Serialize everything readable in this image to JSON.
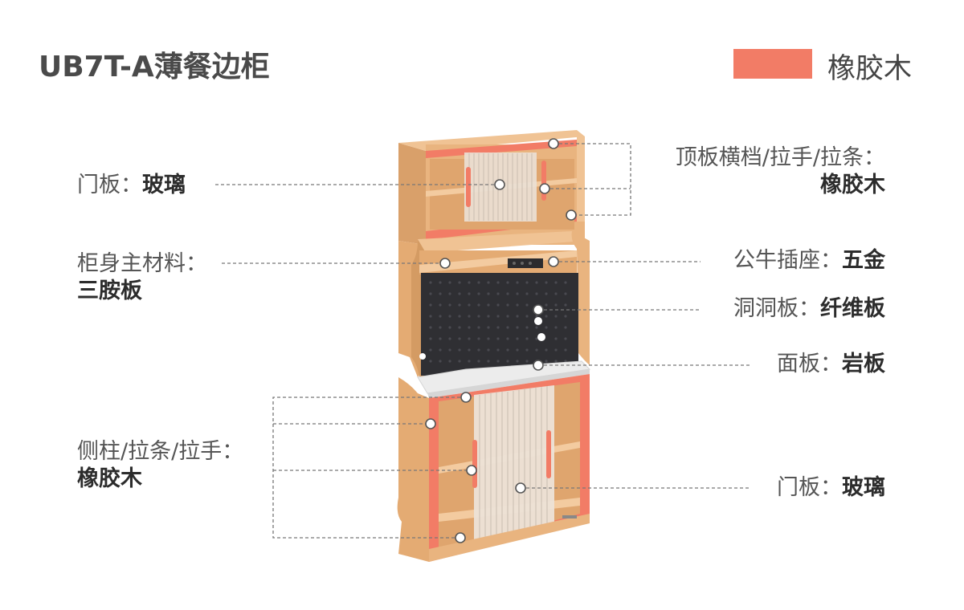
{
  "title": "UB7T-A薄餐边柜",
  "legend": {
    "label": "橡胶木",
    "color": "#f27c66"
  },
  "colors": {
    "wood": "#e9b47f",
    "wood_dark": "#d49b63",
    "accent": "#f27c66",
    "pegboard": "#2f2f33",
    "panel": "#ececec",
    "leader": "#777777"
  },
  "labels": {
    "door_top": {
      "key": "门板：",
      "value": "玻璃"
    },
    "top_parts": {
      "key": "顶板横档/拉手/拉条：",
      "value": "橡胶木"
    },
    "body": {
      "key": "柜身主材料：",
      "value": "三胺板"
    },
    "socket": {
      "key": "公牛插座：",
      "value": "五金"
    },
    "pegboard": {
      "key": "洞洞板：",
      "value": "纤维板"
    },
    "panel": {
      "key": "面板：",
      "value": "岩板"
    },
    "side": {
      "key": "侧柱/拉条/拉手：",
      "value": "橡胶木"
    },
    "door_bottom": {
      "key": "门板：",
      "value": "玻璃"
    }
  }
}
